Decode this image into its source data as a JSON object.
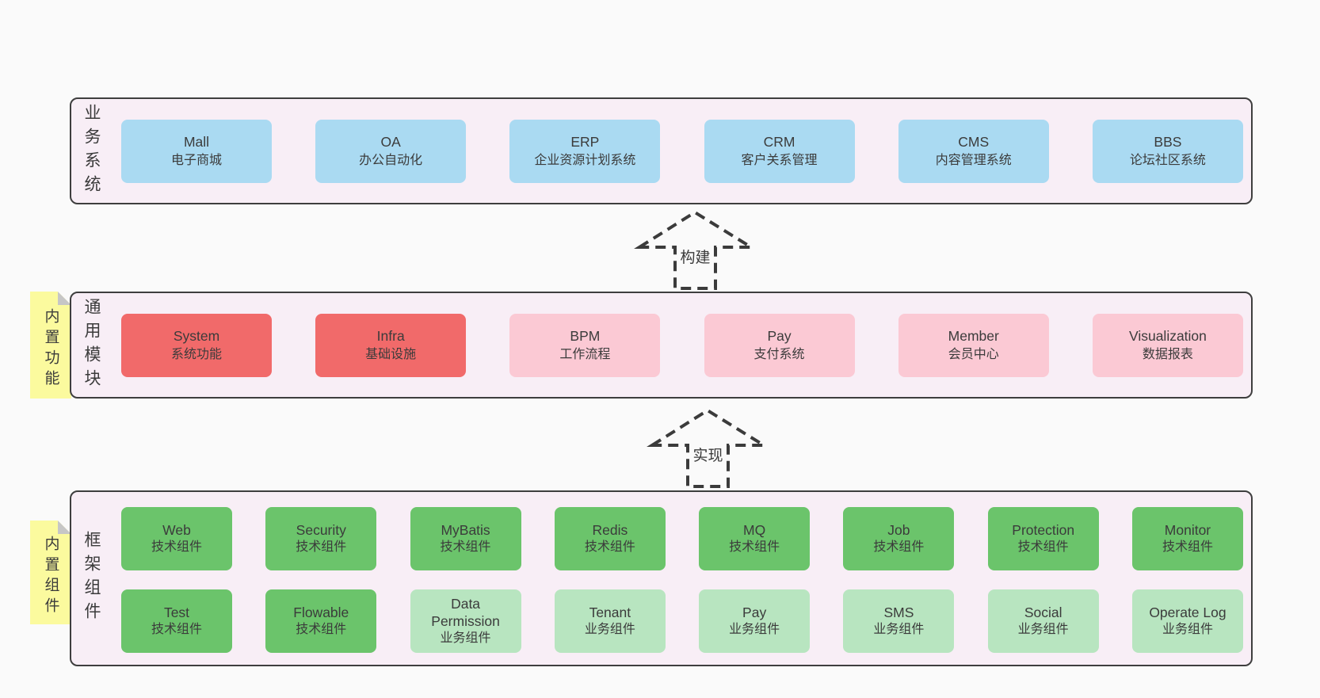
{
  "diagram": {
    "bands": {
      "business": {
        "label": "业务系统",
        "boxes": [
          {
            "name": "Mall",
            "desc": "电子商城",
            "type": "blue"
          },
          {
            "name": "OA",
            "desc": "办公自动化",
            "type": "blue"
          },
          {
            "name": "ERP",
            "desc": "企业资源计划系统",
            "type": "blue"
          },
          {
            "name": "CRM",
            "desc": "客户关系管理",
            "type": "blue"
          },
          {
            "name": "CMS",
            "desc": "内容管理系统",
            "type": "blue"
          },
          {
            "name": "BBS",
            "desc": "论坛社区系统",
            "type": "blue"
          }
        ]
      },
      "modules": {
        "label": "通用模块",
        "side_note": "内置功能",
        "boxes": [
          {
            "name": "System",
            "desc": "系统功能",
            "type": "red"
          },
          {
            "name": "Infra",
            "desc": "基础设施",
            "type": "red"
          },
          {
            "name": "BPM",
            "desc": "工作流程",
            "type": "pink"
          },
          {
            "name": "Pay",
            "desc": "支付系统",
            "type": "pink"
          },
          {
            "name": "Member",
            "desc": "会员中心",
            "type": "pink"
          },
          {
            "name": "Visualization",
            "desc": "数据报表",
            "type": "pink"
          }
        ]
      },
      "framework": {
        "label": "框架组件",
        "side_note": "内置组件",
        "rows": [
          [
            {
              "name": "Web",
              "desc": "技术组件",
              "type": "green"
            },
            {
              "name": "Security",
              "desc": "技术组件",
              "type": "green"
            },
            {
              "name": "MyBatis",
              "desc": "技术组件",
              "type": "green"
            },
            {
              "name": "Redis",
              "desc": "技术组件",
              "type": "green"
            },
            {
              "name": "MQ",
              "desc": "技术组件",
              "type": "green"
            },
            {
              "name": "Job",
              "desc": "技术组件",
              "type": "green"
            },
            {
              "name": "Protection",
              "desc": "技术组件",
              "type": "green"
            },
            {
              "name": "Monitor",
              "desc": "技术组件",
              "type": "green"
            }
          ],
          [
            {
              "name": "Test",
              "desc": "技术组件",
              "type": "green"
            },
            {
              "name": "Flowable",
              "desc": "技术组件",
              "type": "green"
            },
            {
              "name": "Data Permission",
              "desc": "业务组件",
              "type": "green-light"
            },
            {
              "name": "Tenant",
              "desc": "业务组件",
              "type": "green-light"
            },
            {
              "name": "Pay",
              "desc": "业务组件",
              "type": "green-light"
            },
            {
              "name": "SMS",
              "desc": "业务组件",
              "type": "green-light"
            },
            {
              "name": "Social",
              "desc": "业务组件",
              "type": "green-light"
            },
            {
              "name": "Operate Log",
              "desc": "业务组件",
              "type": "green-light"
            }
          ]
        ]
      }
    },
    "arrows": {
      "build": {
        "label": "构建"
      },
      "implement": {
        "label": "实现"
      }
    },
    "palette": {
      "page_bg": "#fafafa",
      "panel_bg": "#f8eef6",
      "panel_border": "#3e3e3e",
      "blue": "#aadaf2",
      "red": "#f16a6a",
      "pink": "#fbc9d4",
      "green": "#6bc46b",
      "green_light": "#b8e5c0",
      "note_yellow": "#fbfa9e",
      "note_fold": "#c6c6c6",
      "ink": "#3b3b3b"
    }
  }
}
